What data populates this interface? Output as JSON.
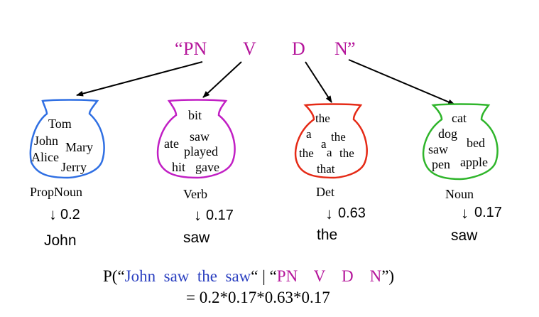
{
  "tag_sequence": {
    "open_quote": "“",
    "close_quote": "”",
    "tags": [
      "PN",
      "V",
      "D",
      "N"
    ],
    "color": "#b5169b"
  },
  "colors": {
    "propnoun": "#2f6fe3",
    "verb": "#c11fc4",
    "det": "#e52a16",
    "noun": "#2fb52b",
    "arrow": "#000000",
    "query": "#2a3fc0",
    "tags": "#b5169b"
  },
  "jars": [
    {
      "label": "PropNoun",
      "words": [
        "Tom",
        "John",
        "Mary",
        "Alice",
        "Jerry"
      ],
      "probability": "0.2",
      "emitted": "John",
      "icon": "vase-icon"
    },
    {
      "label": "Verb",
      "words": [
        "bit",
        "ate",
        "saw",
        "played",
        "hit",
        "gave"
      ],
      "probability": "0.17",
      "emitted": "saw",
      "icon": "vase-icon"
    },
    {
      "label": "Det",
      "words": [
        "the",
        "a",
        "the",
        "a",
        "the",
        "a",
        "the",
        "that"
      ],
      "probability": "0.63",
      "emitted": "the",
      "icon": "vase-icon"
    },
    {
      "label": "Noun",
      "words": [
        "cat",
        "dog",
        "bed",
        "saw",
        "pen",
        "apple"
      ],
      "probability": "0.17",
      "emitted": "saw",
      "icon": "vase-icon"
    }
  ],
  "formula": {
    "prefix": "P(",
    "open_quote": "“",
    "sentence": "John  saw  the  saw",
    "mid_quote": "“ | “",
    "tags": "PN    V    D    N",
    "close": "”)",
    "equation": "= 0.2*0.17*0.63*0.17"
  }
}
